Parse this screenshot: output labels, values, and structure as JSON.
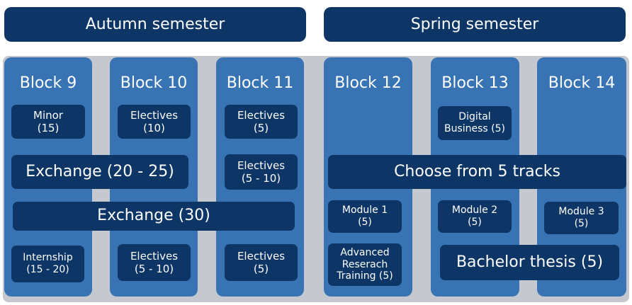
{
  "headers": {
    "autumn": "Autumn semester",
    "spring": "Spring semester"
  },
  "blocks": [
    {
      "label": "Block 9"
    },
    {
      "label": "Block 10"
    },
    {
      "label": "Block 11"
    },
    {
      "label": "Block 12"
    },
    {
      "label": "Block 13"
    },
    {
      "label": "Block 14"
    }
  ],
  "courses": {
    "minor": "Minor\n(15)",
    "electives_b10_top": "Electives\n(10)",
    "electives_b11_top": "Electives\n(5)",
    "digital_business": "Digital\nBusiness (5)",
    "exchange_20_25": "Exchange (20 - 25)",
    "electives_b11_mid": "Electives\n(5 - 10)",
    "choose_tracks": "Choose from 5 tracks",
    "exchange_30": "Exchange (30)",
    "module_1": "Module 1\n(5)",
    "module_2": "Module 2\n(5)",
    "module_3": "Module 3\n(5)",
    "internship": "Internship\n(15 - 20)",
    "electives_b10_bottom": "Electives\n(5 - 10)",
    "electives_b11_bottom": "Electives\n(5)",
    "advanced_research": "Advanced\nReserach\nTraining (5)",
    "bachelor_thesis": "Bachelor thesis (5)"
  },
  "colors": {
    "dark_navy": "#0d3566",
    "block_blue": "#3874b3",
    "panel_gray": "#c5c9cf",
    "text_white": "#ffffff"
  }
}
